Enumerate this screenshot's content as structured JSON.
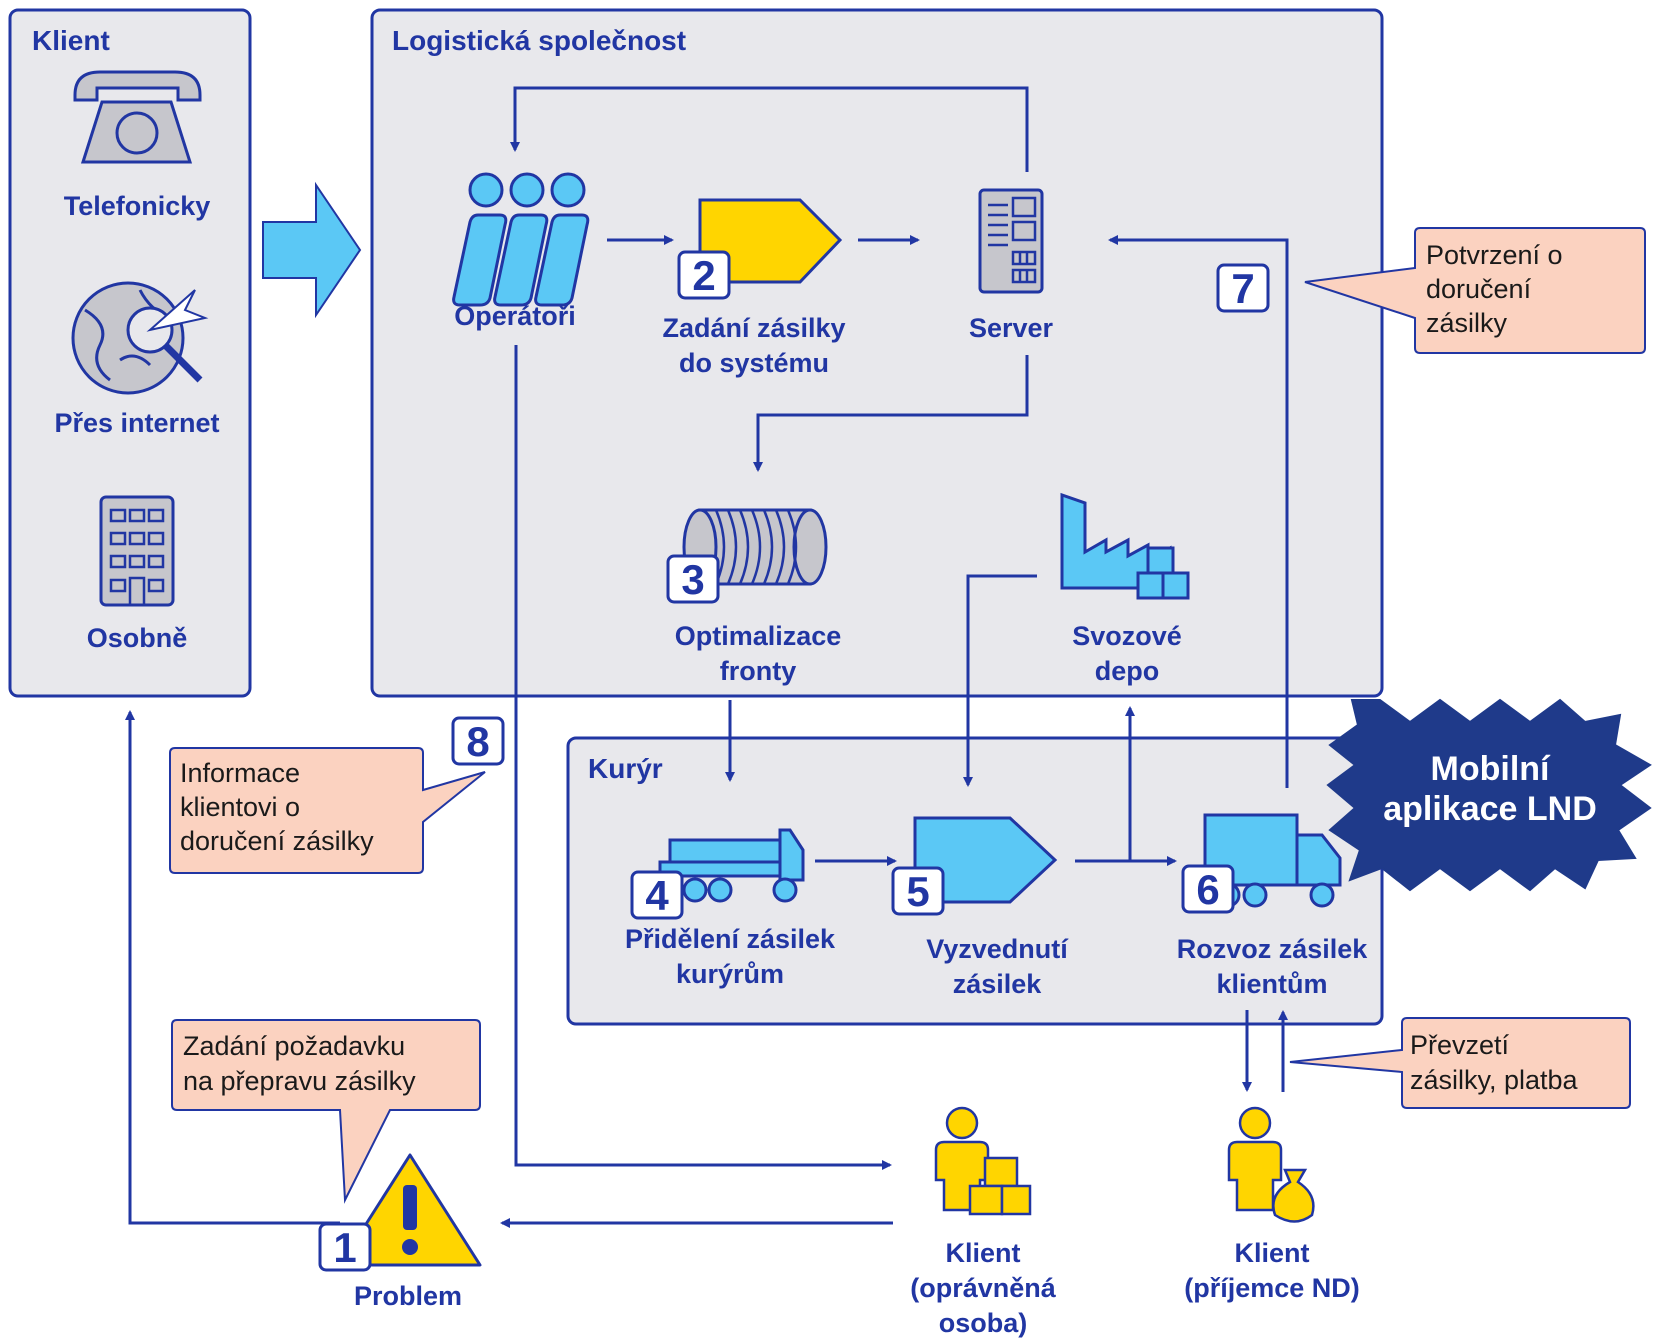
{
  "colors": {
    "accent": "#2136a3",
    "panel_fill": "#e8e8ec",
    "icon_blue": "#5bc8f5",
    "icon_yellow": "#ffd500",
    "callout_fill": "#fbd2c0",
    "star_fill": "#1f3a8a"
  },
  "panels": {
    "klient": "Klient",
    "logistika": "Logistická společnost",
    "kuryr": "Kurýr"
  },
  "channels": [
    {
      "label": "Telefonicky",
      "icon": "telephone-icon"
    },
    {
      "label": "Přes internet",
      "icon": "globe-search-icon"
    },
    {
      "label": "Osobně",
      "icon": "building-icon"
    }
  ],
  "nodes": {
    "operatori": "Operátoři",
    "zadani_1": "Zadání zásilky",
    "zadani_2": "do systému",
    "server": "Server",
    "optim_1": "Optimalizace",
    "optim_2": "fronty",
    "depo_1": "Svozové",
    "depo_2": "depo",
    "prideleni_1": "Přidělení zásilek",
    "prideleni_2": "kurýrům",
    "vyzved_1": "Vyzvednutí",
    "vyzved_2": "zásilek",
    "rozvoz_1": "Rozvoz zásilek",
    "rozvoz_2": "klientům",
    "problem": "Problem",
    "klient_opr_1": "Klient",
    "klient_opr_2": "(oprávněná",
    "klient_opr_3": "osoba)",
    "klient_prij_1": "Klient",
    "klient_prij_2": "(příjemce ND)"
  },
  "steps": [
    "1",
    "2",
    "3",
    "4",
    "5",
    "6",
    "7",
    "8"
  ],
  "callouts": {
    "potvrzeni": [
      "Potvrzení o",
      "doručení",
      "zásilky"
    ],
    "informace": [
      "Informace",
      "klientovi o",
      "doručení zásilky"
    ],
    "zadani_pozadavku": [
      "Zadání požadavku",
      "na přepravu zásilky"
    ],
    "prevzeti": [
      "Převzetí",
      "zásilky, platba"
    ]
  },
  "badge": [
    "Mobilní",
    "aplikace LND"
  ]
}
